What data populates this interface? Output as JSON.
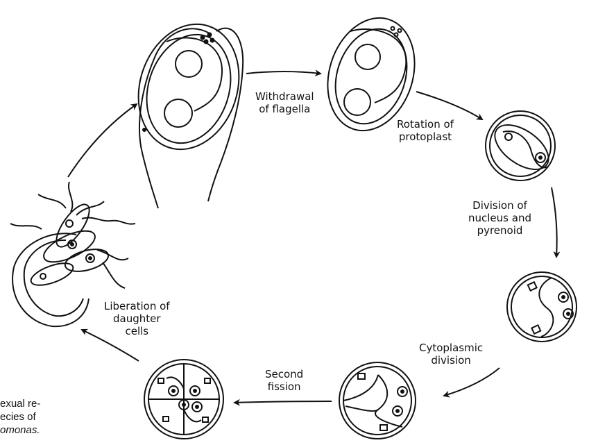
{
  "steps": {
    "withdrawal": {
      "line1": "Withdrawal",
      "line2": "of flagella"
    },
    "rotation": {
      "line1": "Rotation of",
      "line2": "protoplast"
    },
    "division": {
      "line1": "Division of",
      "line2": "nucleus and",
      "line3": "pyrenoid"
    },
    "cytoplasmic": {
      "line1": "Cytoplasmic",
      "line2": "division"
    },
    "second_fission": {
      "line1": "Second",
      "line2": "fission"
    },
    "liberation": {
      "line1": "Liberation of",
      "line2": "daughter",
      "line3": "cells"
    }
  },
  "caption": {
    "line1": "exual re-",
    "line2": "ecies of",
    "line3": "omonas."
  }
}
